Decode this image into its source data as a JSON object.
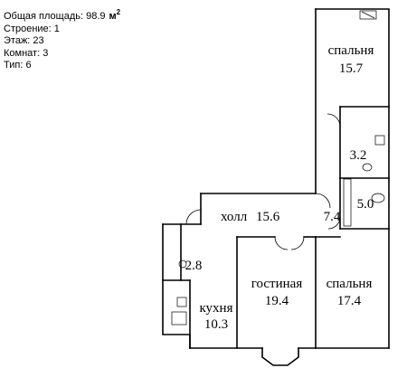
{
  "info": {
    "area_label": "Общая площадь: 98.9",
    "area_unit": "м",
    "area_unit_power": "2",
    "building": "Строение: 1",
    "floor": "Этаж: 23",
    "rooms_count": "Комнат: 3",
    "type": "Тип: 6"
  },
  "rooms": {
    "bedroom_top": {
      "name": "спальня",
      "area": "15.7"
    },
    "bath_small": {
      "area": "3.2"
    },
    "bath_large": {
      "area": "5.0"
    },
    "corridor": {
      "area": "7.4"
    },
    "hall": {
      "name": "холл",
      "area": "15.6"
    },
    "balcony": {
      "area": "2.8"
    },
    "kitchen": {
      "name": "кухня",
      "area": "10.3"
    },
    "living": {
      "name": "гостиная",
      "area": "19.4"
    },
    "bedroom_bottom": {
      "name": "спальня",
      "area": "17.4"
    }
  }
}
